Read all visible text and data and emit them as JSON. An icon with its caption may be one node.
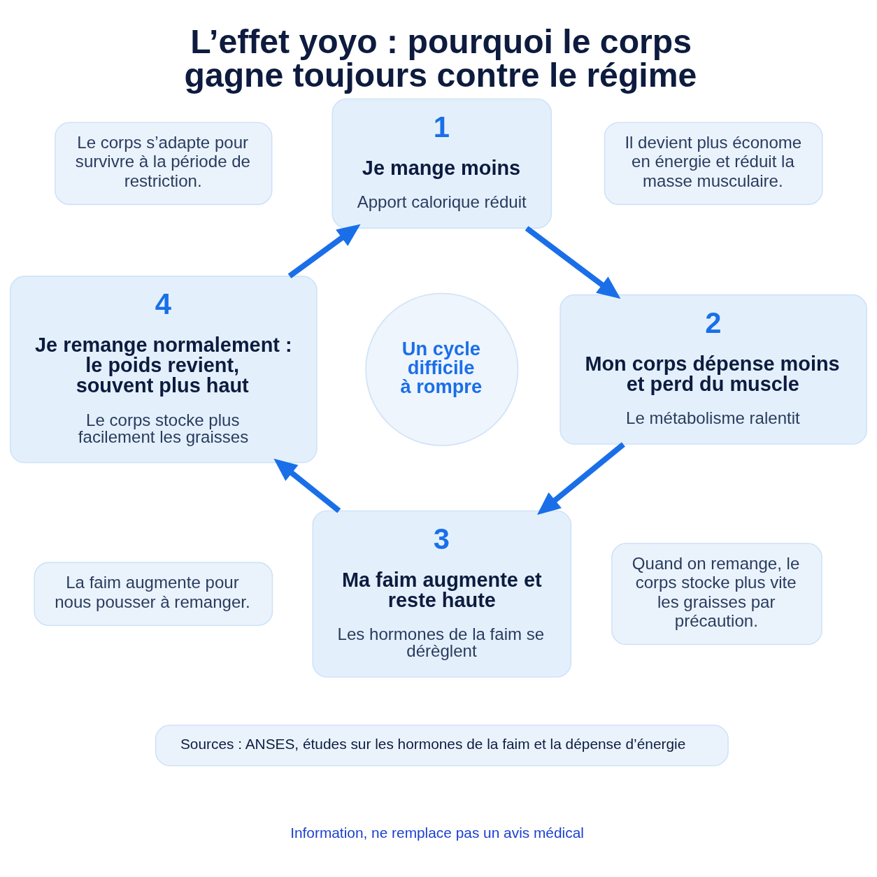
{
  "diagram": {
    "title": "L’effet yoyo : pourquoi le corps gagne toujours contre le régime",
    "nodes": [
      {
        "text": [
          "1",
          "Je mange moins",
          "Apport calorique réduit"
        ]
      },
      {
        "text": [
          "2",
          "Mon corps dépense moins et perd du muscle",
          "Le métabolisme ralentit"
        ]
      },
      {
        "text": [
          "3",
          "Ma faim augmente et reste haute",
          "Les hormones de la faim se dérèglent"
        ]
      },
      {
        "text": [
          "4",
          "Je remange normalement : le poids revient, souvent plus haut",
          "Le corps stocke plus facilement les graisses"
        ]
      },
      {
        "text": [
          "Un cycle difficile à rompre"
        ]
      },
      {
        "text": [
          "Le corps s’adapte pour survivre à la période de restriction."
        ]
      },
      {
        "text": [
          "Il devient plus économe en énergie et réduit la masse musculaire."
        ]
      },
      {
        "text": [
          "La faim augmente pour nous pousser à remanger."
        ]
      },
      {
        "text": [
          "Quand on remange, le corps stocke plus vite les graisses par précaution."
        ]
      },
      {
        "text": [
          "Sources : ANSES, études sur les hormones de la faim et la dépense d’énergie"
        ]
      }
    ],
    "edges": [
      {
        "from": 0,
        "to": 1,
        "arrow": "to"
      },
      {
        "from": 1,
        "to": 2,
        "arrow": "to"
      },
      {
        "from": 2,
        "to": 3,
        "arrow": "to"
      },
      {
        "from": 3,
        "to": 0,
        "arrow": "to"
      }
    ],
    "labels": [
      "Information, ne remplace pas un avis médical"
    ]
  }
}
